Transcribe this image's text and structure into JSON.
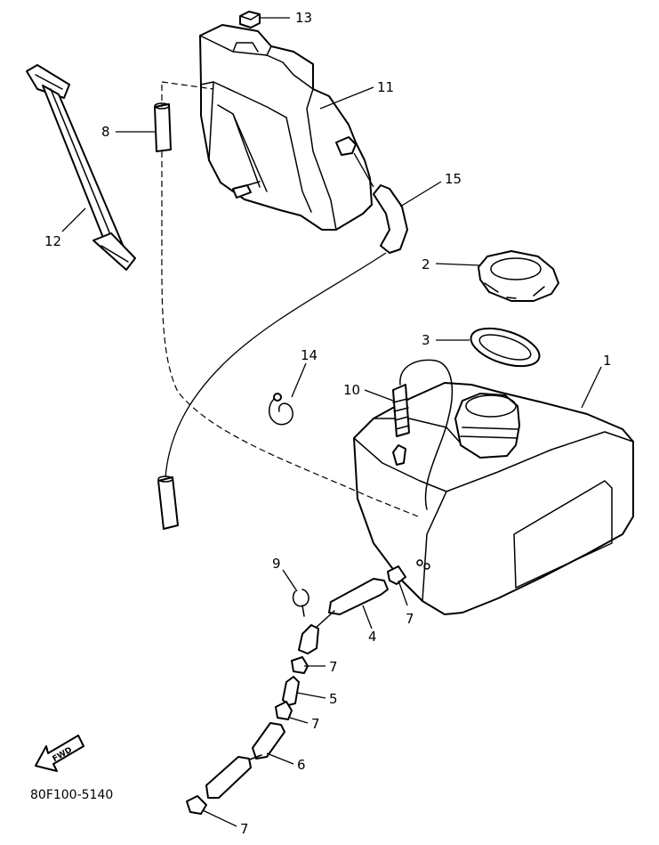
{
  "diagram_code": "80F100-5140",
  "fwd_label": "FWD",
  "callouts": {
    "c1": "1",
    "c2": "2",
    "c3": "3",
    "c4": "4",
    "c5": "5",
    "c6": "6",
    "c7a": "7",
    "c7b": "7",
    "c7c": "7",
    "c7d": "7",
    "c8": "8",
    "c9": "9",
    "c10": "10",
    "c11": "11",
    "c12": "12",
    "c13": "13",
    "c14": "14",
    "c15": "15"
  }
}
